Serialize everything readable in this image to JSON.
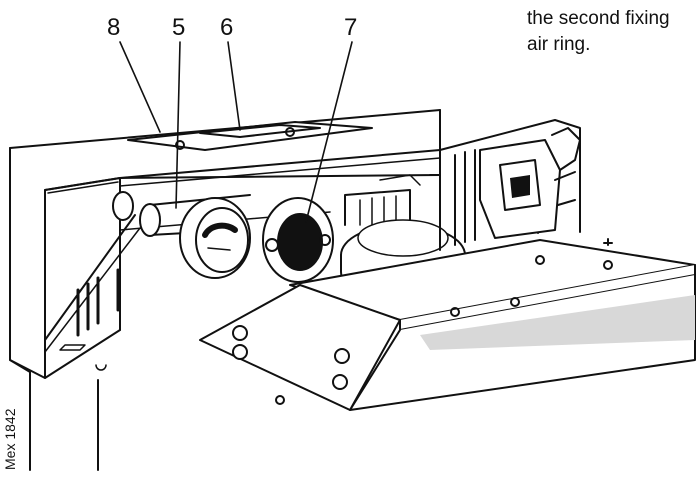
{
  "callouts": {
    "c8": "8",
    "c5": "5",
    "c6": "6",
    "c7": "7"
  },
  "caption": {
    "line1": "the second fixing",
    "line2": "air ring."
  },
  "figure_ref": "Mex 1842",
  "colors": {
    "line": "#111111",
    "fill": "#ffffff",
    "shade": "#d8d8d8",
    "dark": "#111111"
  }
}
